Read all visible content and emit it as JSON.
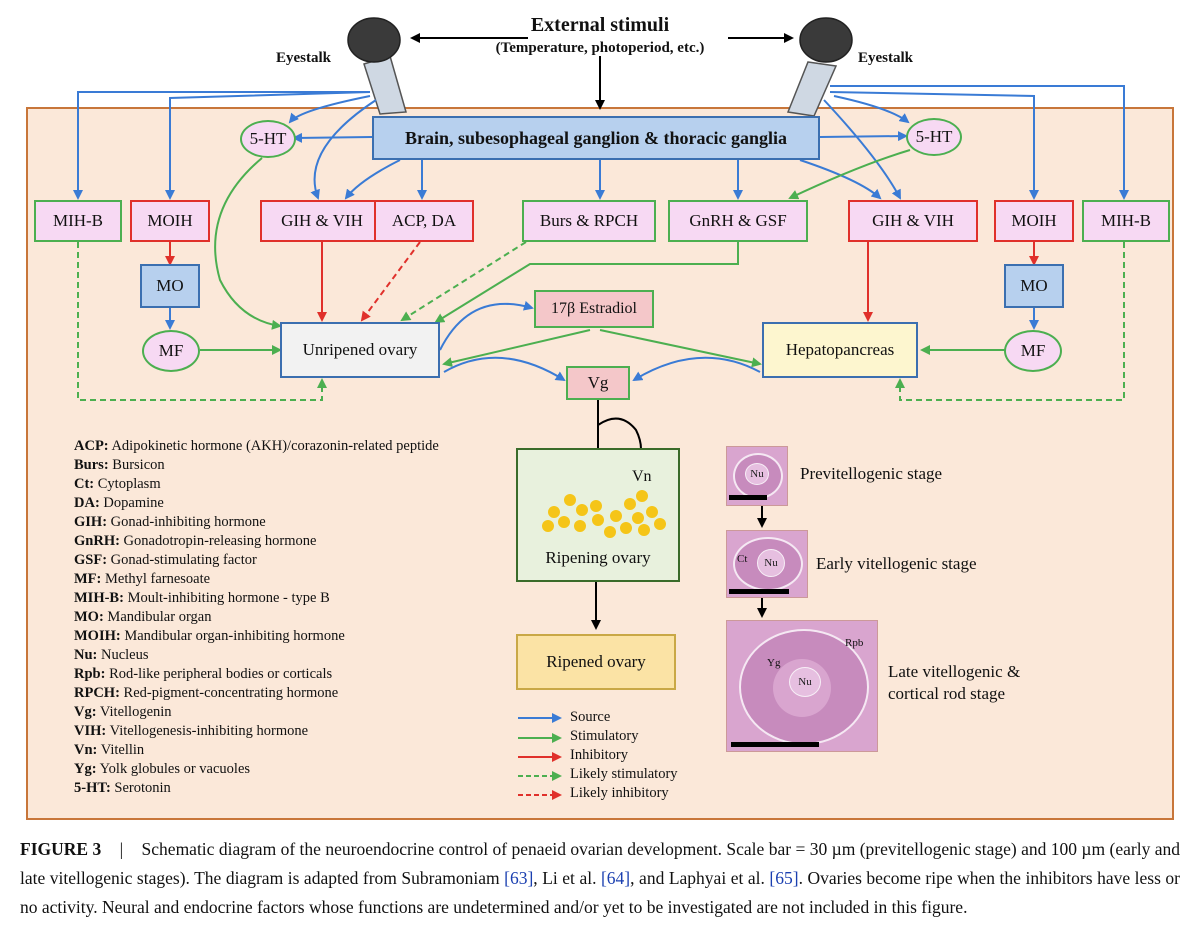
{
  "title": "External stimuli",
  "subtitle": "(Temperature, photoperiod, etc.)",
  "eyestalk_left": "Eyestalk",
  "eyestalk_right": "Eyestalk",
  "brain": "Brain, subesophageal ganglion & thoracic ganglia",
  "ht_left": "5-HT",
  "ht_right": "5-HT",
  "boxes": {
    "mihb_left": "MIH-B",
    "moih_left": "MOIH",
    "gih_vih_left": "GIH & VIH",
    "acp_da": "ACP, DA",
    "burs_rpch": "Burs & RPCH",
    "gnrh_gsf": "GnRH & GSF",
    "gih_vih_right": "GIH & VIH",
    "moih_right": "MOIH",
    "mihb_right": "MIH-B",
    "mo_left": "MO",
    "mo_right": "MO",
    "mf_left": "MF",
    "mf_right": "MF",
    "unripened": "Unripened ovary",
    "estradiol": "17β Estradiol",
    "hepato": "Hepatopancreas",
    "vg": "Vg",
    "vn": "Vn",
    "ripening": "Ripening ovary",
    "ripened": "Ripened ovary"
  },
  "abbreviations": [
    {
      "key": "ACP:",
      "text": " Adipokinetic hormone (AKH)/corazonin-related peptide"
    },
    {
      "key": "Burs:",
      "text": " Bursicon"
    },
    {
      "key": "Ct:",
      "text": " Cytoplasm"
    },
    {
      "key": "DA:",
      "text": " Dopamine"
    },
    {
      "key": "GIH:",
      "text": " Gonad-inhibiting hormone"
    },
    {
      "key": "GnRH:",
      "text": " Gonadotropin-releasing hormone"
    },
    {
      "key": "GSF:",
      "text": " Gonad-stimulating factor"
    },
    {
      "key": "MF:",
      "text": " Methyl farnesoate"
    },
    {
      "key": "MIH-B:",
      "text": " Moult-inhibiting hormone - type B"
    },
    {
      "key": "MO:",
      "text": " Mandibular organ"
    },
    {
      "key": "MOIH:",
      "text": " Mandibular organ-inhibiting hormone"
    },
    {
      "key": "Nu:",
      "text": " Nucleus"
    },
    {
      "key": "Rpb:",
      "text": " Rod-like peripheral bodies or corticals"
    },
    {
      "key": "RPCH:",
      "text": " Red-pigment-concentrating hormone"
    },
    {
      "key": "Vg:",
      "text": " Vitellogenin"
    },
    {
      "key": "VIH:",
      "text": " Vitellogenesis-inhibiting hormone"
    },
    {
      "key": "Vn:",
      "text": " Vitellin"
    },
    {
      "key": "Yg:",
      "text": " Yolk globules or vacuoles"
    },
    {
      "key": "5-HT:",
      "text": " Serotonin"
    }
  ],
  "legend": [
    {
      "label": "Source",
      "color": "#3a7bd5",
      "dashed": false
    },
    {
      "label": "Stimulatory",
      "color": "#4caf50",
      "dashed": false
    },
    {
      "label": "Inhibitory",
      "color": "#e0302b",
      "dashed": false
    },
    {
      "label": "Likely stimulatory",
      "color": "#4caf50",
      "dashed": true
    },
    {
      "label": "Likely inhibitory",
      "color": "#e0302b",
      "dashed": true
    }
  ],
  "stages": {
    "previtellogenic": "Previtellogenic stage",
    "early": "Early vitellogenic stage",
    "late1": "Late vitellogenic &",
    "late2": "cortical rod stage",
    "nu": "Nu",
    "ct": "Ct",
    "yg": "Yg",
    "rpb": "Rpb"
  },
  "caption": {
    "label": "FIGURE 3",
    "sep": "|",
    "text1": "Schematic diagram of the neuroendocrine control of penaeid ovarian development. Scale bar = 30 µm (previtellogenic stage) and 100 µm (early and late vitellogenic stages). The diagram is adapted from Subramoniam ",
    "ref1": "[63]",
    "text2": ", Li et al. ",
    "ref2": "[64]",
    "text3": ", and Laphyai et al. ",
    "ref3": "[65]",
    "text4": ". Ovaries become ripe when the inhibitors have less or no activity. Neural and endocrine factors whose functions are undetermined and/or yet to be investigated are not included in this figure."
  },
  "colors": {
    "panel_bg": "#fbe8d9",
    "panel_border": "#c8763a",
    "source": "#3a7bd5",
    "stimulatory": "#4caf50",
    "inhibitory": "#e0302b",
    "yolk": "#f5c518"
  }
}
